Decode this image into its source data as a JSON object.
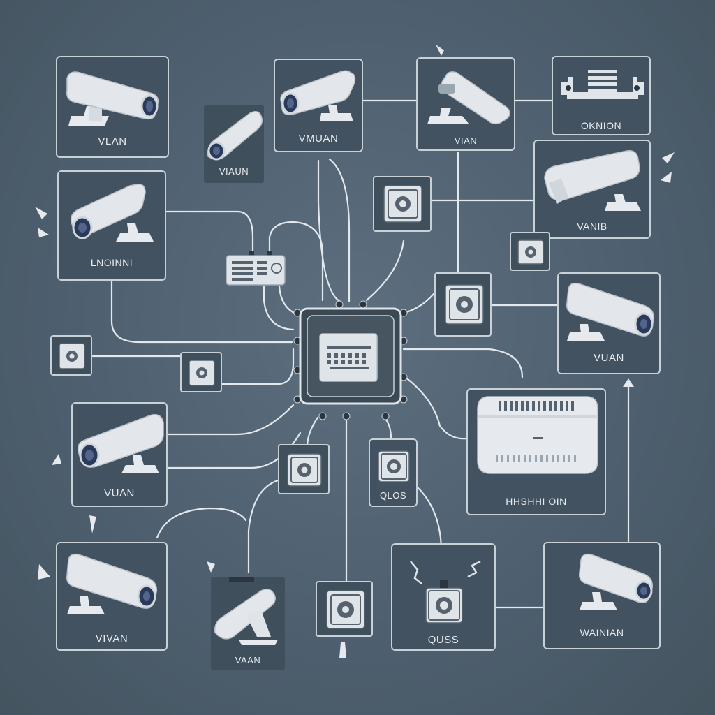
{
  "colors": {
    "background": "#4f6070",
    "panel": "#425260",
    "panel_border": "#c9d1d8",
    "wire": "#e3e8ec",
    "camera_body": "#dfe4e8",
    "camera_lens": "#2a3a5a",
    "hub": "#3b4955"
  },
  "icons": [
    "security-camera-icon",
    "camera-module-icon",
    "network-switch-icon",
    "router-icon",
    "connector-box-icon"
  ],
  "devices": [
    {
      "id": "cam-1",
      "label": "VLAN"
    },
    {
      "id": "cam-2",
      "label": "VIAUN"
    },
    {
      "id": "cam-3",
      "label": "VMUAN"
    },
    {
      "id": "cam-4",
      "label": "VIAN"
    },
    {
      "id": "switch-1",
      "label": "OKNION"
    },
    {
      "id": "cam-5",
      "label": "VANIB"
    },
    {
      "id": "cam-6",
      "label": "LNOINNI"
    },
    {
      "id": "cam-7",
      "label": "VUAN"
    },
    {
      "id": "cam-8",
      "label": "VUAN"
    },
    {
      "id": "router-1",
      "label": "HHSHHI OIN"
    },
    {
      "id": "module-qlos",
      "label": "QLOS"
    },
    {
      "id": "cam-9",
      "label": "VIVAN"
    },
    {
      "id": "cam-10",
      "label": "VAAN"
    },
    {
      "id": "module-quss",
      "label": "QUSS"
    },
    {
      "id": "cam-11",
      "label": "WAINIAN"
    }
  ]
}
